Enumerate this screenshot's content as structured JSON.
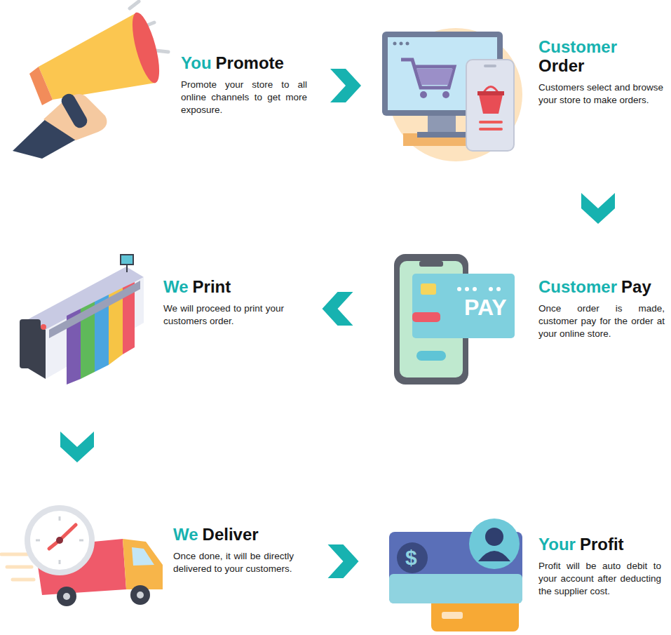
{
  "diagram": {
    "nodes": [
      {
        "text": [
          "You",
          "Promote",
          "Promote your store to all online channels to get more exposure."
        ]
      },
      {
        "text": [
          "Customer",
          "Order",
          "Customers select and browse your store to make orders."
        ]
      },
      {
        "text": [
          "We",
          "Print",
          "We will proceed to print your customers order."
        ]
      },
      {
        "text": [
          "Customer",
          "Pay",
          "Once order is made, customer pay for the order at your online store."
        ]
      },
      {
        "text": [
          "We",
          "Deliver",
          "Once done, it will be directly delivered to your customers."
        ]
      },
      {
        "text": [
          "Your",
          "Profit",
          "Profit will be auto debit to your account after deducting the supplier cost."
        ]
      }
    ],
    "edges": [
      {
        "from": 0,
        "to": 1,
        "arrow": "to"
      },
      {
        "from": 1,
        "to": 3,
        "arrow": "to"
      },
      {
        "from": 3,
        "to": 2,
        "arrow": "to"
      },
      {
        "from": 2,
        "to": 4,
        "arrow": "to"
      },
      {
        "from": 4,
        "to": 5,
        "arrow": "to"
      }
    ],
    "labels": [
      "PAY",
      "$"
    ]
  }
}
